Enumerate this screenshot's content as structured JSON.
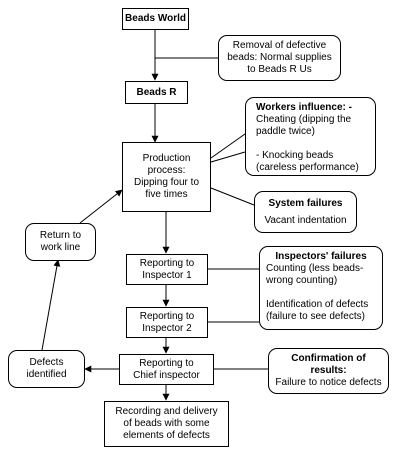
{
  "nodes": {
    "beads_world": "Beads World",
    "removal_note": [
      "Removal of defective",
      "beads: Normal supplies",
      "to Beads R Us"
    ],
    "beads_r": "Beads R",
    "workers_title": "Workers influence: -",
    "workers_lines": [
      "Cheating (dipping the",
      "paddle twice)",
      "",
      "- Knocking beads",
      "(careless performance)"
    ],
    "production": [
      "Production",
      "process:",
      "Dipping four to",
      "five times"
    ],
    "system_title": "System failures",
    "system_body": "Vacant indentation",
    "return_line": [
      "Return to",
      "work line"
    ],
    "inspector1": [
      "Reporting to",
      "Inspector 1"
    ],
    "inspectors_title": "Inspectors' failures",
    "inspectors_lines": [
      "Counting (less beads-",
      "wrong counting)",
      "",
      "Identification of defects",
      "(failure to see defects)"
    ],
    "inspector2": [
      "Reporting to",
      "Inspector 2"
    ],
    "defects_identified": [
      "Defects",
      "identified"
    ],
    "chief": [
      "Reporting to",
      "Chief inspector"
    ],
    "confirmation_title": [
      "Confirmation of",
      "results:"
    ],
    "confirmation_body": "Failure to notice defects",
    "recording": [
      "Recording and delivery",
      "of beads with some",
      "elements of defects"
    ]
  }
}
